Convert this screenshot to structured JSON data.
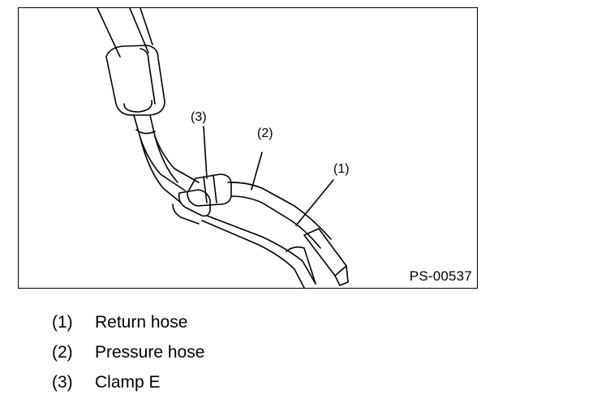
{
  "figure": {
    "code": "PS-00537",
    "callouts": [
      "(1)",
      "(2)",
      "(3)"
    ]
  },
  "legend": [
    {
      "number": "(1)",
      "label": "Return hose"
    },
    {
      "number": "(2)",
      "label": "Pressure hose"
    },
    {
      "number": "(3)",
      "label": "Clamp E"
    }
  ]
}
